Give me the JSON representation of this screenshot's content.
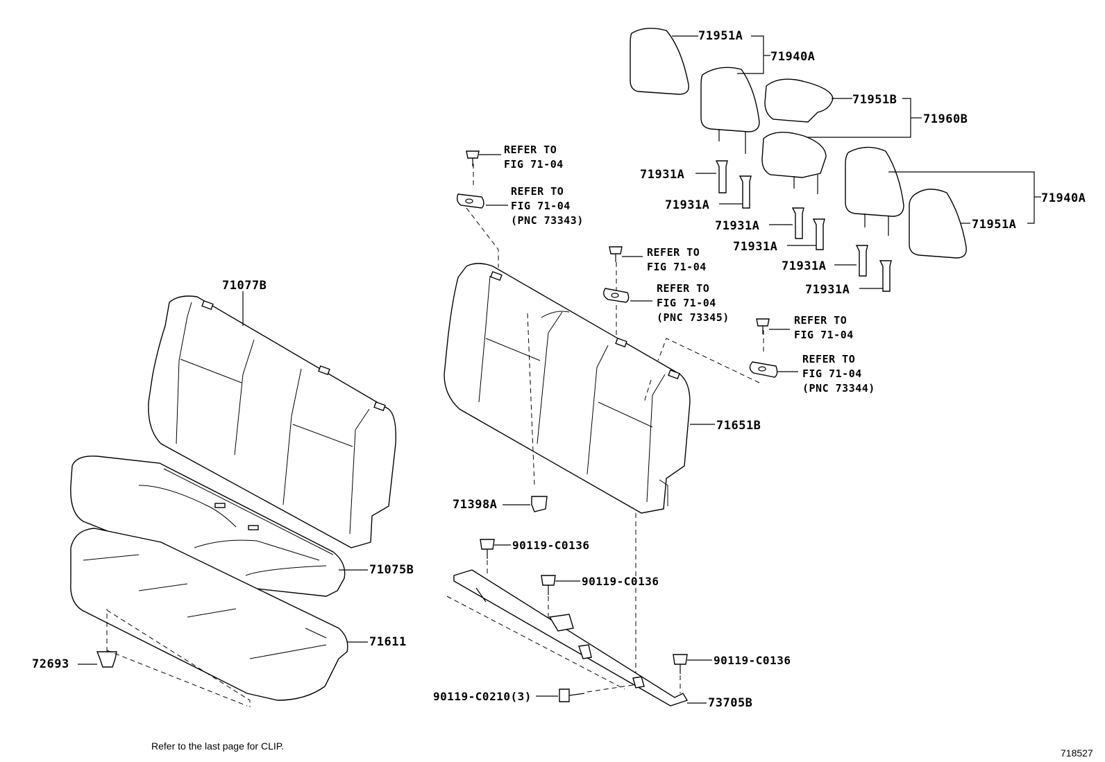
{
  "labels": {
    "p71951A_top": "71951A",
    "p71940A_top": "71940A",
    "p71951B": "71951B",
    "p71960B": "71960B",
    "p71940A_right": "71940A",
    "p71951A_right": "71951A",
    "p71931A_1": "71931A",
    "p71931A_2": "71931A",
    "p71931A_3": "71931A",
    "p71931A_4": "71931A",
    "p71931A_5": "71931A",
    "p71931A_6": "71931A",
    "p71077B": "71077B",
    "p71075B": "71075B",
    "p71611": "71611",
    "p72693": "72693",
    "p71651B": "71651B",
    "p71398A": "71398A",
    "bolt_1": "90119-C0136",
    "bolt_2": "90119-C0136",
    "bolt_3": "90119-C0136",
    "bolt_4": "90119-C0210(3)",
    "p73705B": "73705B"
  },
  "refs": {
    "ref_1": "REFER TO\nFIG 71-04",
    "ref_2": "REFER TO\nFIG 71-04\n(PNC 73343)",
    "ref_3": "REFER TO\nFIG 71-04",
    "ref_4": "REFER TO\nFIG 71-04\n(PNC 73345)",
    "ref_5": "REFER TO\nFIG 71-04",
    "ref_6": "REFER TO\nFIG 71-04\n(PNC 73344)"
  },
  "footer": {
    "note": "Refer to the last page for CLIP.",
    "code": "718527"
  }
}
